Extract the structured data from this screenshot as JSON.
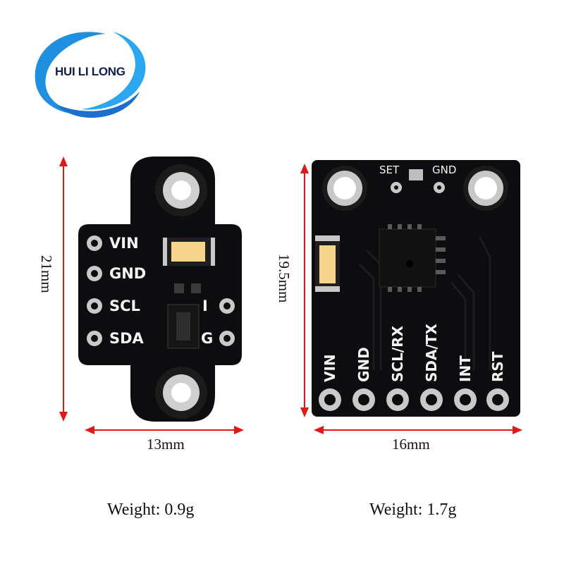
{
  "logo": {
    "text": "HUI LI LONG",
    "color": "#1e8fd8"
  },
  "board_left": {
    "pins_left": [
      "VIN",
      "GND",
      "SCL",
      "SDA"
    ],
    "pins_right": [
      "I",
      "G"
    ],
    "height_label": "21mm",
    "width_label": "13mm",
    "weight": "Weight: 0.9g"
  },
  "board_right": {
    "top_labels": [
      "SET",
      "GND"
    ],
    "pins": [
      "VIN",
      "GND",
      "SCL/RX",
      "SDA/TX",
      "INT",
      "RST"
    ],
    "height_label": "19.5mm",
    "width_label": "16mm",
    "weight": "Weight: 1.7g"
  },
  "colors": {
    "pcb": "#0d0d0f",
    "arrow": "#e01818",
    "led": "#f6d48a",
    "pad": "#c9c9c9"
  }
}
